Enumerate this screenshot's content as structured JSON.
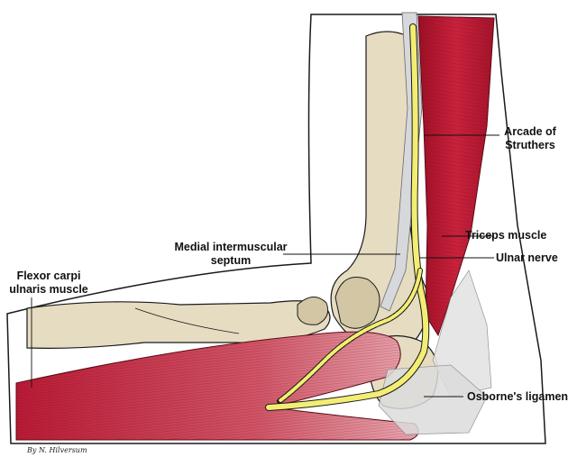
{
  "labels": {
    "arcade_line1": "Arcade of",
    "arcade_line2": "Struthers",
    "triceps": "Triceps muscle",
    "ulnar_nerve": "Ulnar nerve",
    "septum_line1": "Medial intermuscular",
    "septum_line2": "septum",
    "fcu_line1": "Flexor carpi",
    "fcu_line2": "ulnaris muscle",
    "osborne": "Osborne's ligament"
  },
  "signature": "By N. Hilversum",
  "colors": {
    "skin_fill": "#ffffff",
    "outline": "#1a1a1a",
    "bone": "#e6dcc2",
    "bone_shade": "#d3c6a4",
    "muscle_dark": "#b0162f",
    "muscle_light": "#d9828f",
    "nerve": "#f3ee73",
    "ligament": "#dcdcdc"
  }
}
